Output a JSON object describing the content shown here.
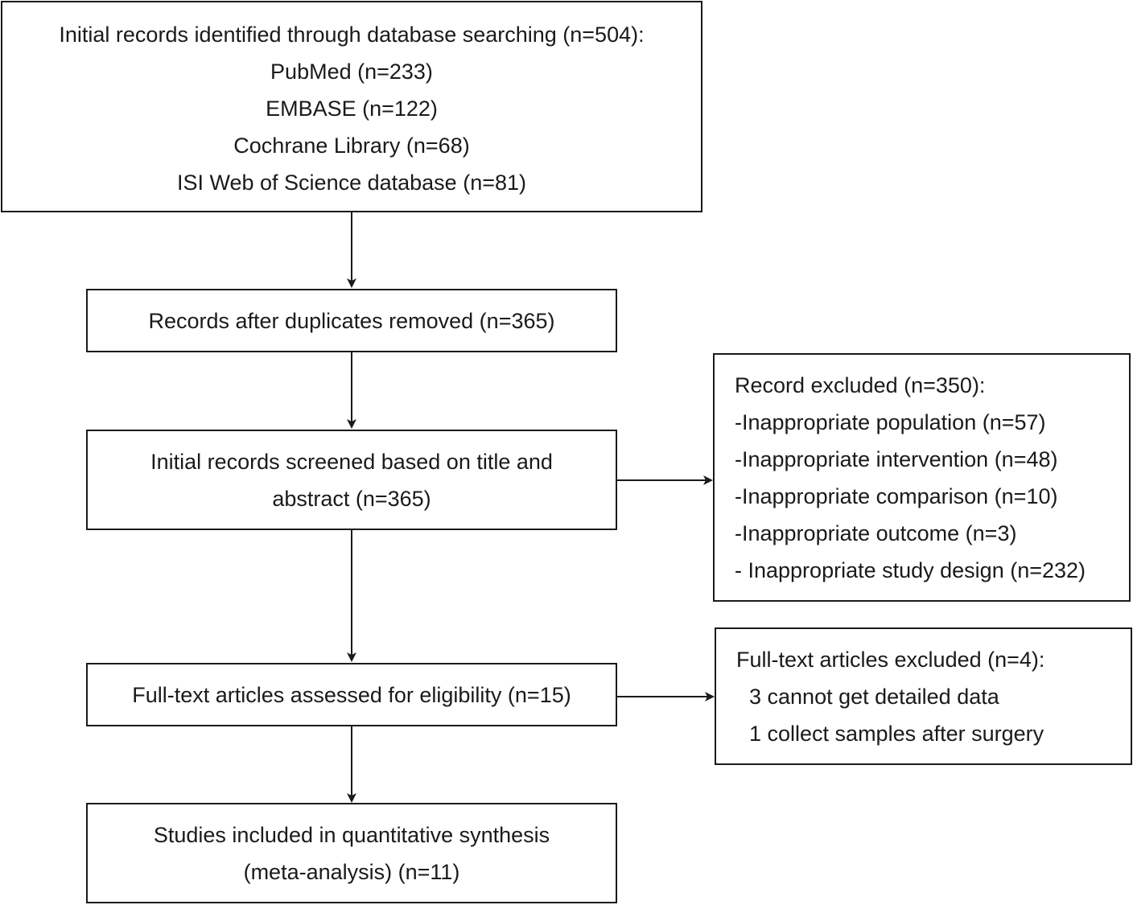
{
  "identification": {
    "heading": "Initial records identified through database searching (n=504):",
    "sources": [
      "PubMed (n=233)",
      "EMBASE (n=122)",
      "Cochrane Library (n=68)",
      "ISI Web of Science database (n=81)"
    ]
  },
  "duplicates_removed": "Records after duplicates removed (n=365)",
  "screening": {
    "line1": "Initial records screened based on title and",
    "line2": "abstract (n=365)"
  },
  "screening_excluded": {
    "heading": "Record excluded (n=350):",
    "items": [
      "-Inappropriate population (n=57)",
      "-Inappropriate intervention (n=48)",
      "-Inappropriate comparison (n=10)",
      "-Inappropriate outcome (n=3)",
      "- Inappropriate study design (n=232)"
    ]
  },
  "eligibility": "Full-text articles assessed for eligibility (n=15)",
  "fulltext_excluded": {
    "heading": "Full-text articles excluded (n=4):",
    "items": [
      "3 cannot get detailed data",
      "1 collect samples after surgery"
    ]
  },
  "included": {
    "line1": "Studies included in quantitative synthesis",
    "line2": "(meta-analysis) (n=11)"
  }
}
